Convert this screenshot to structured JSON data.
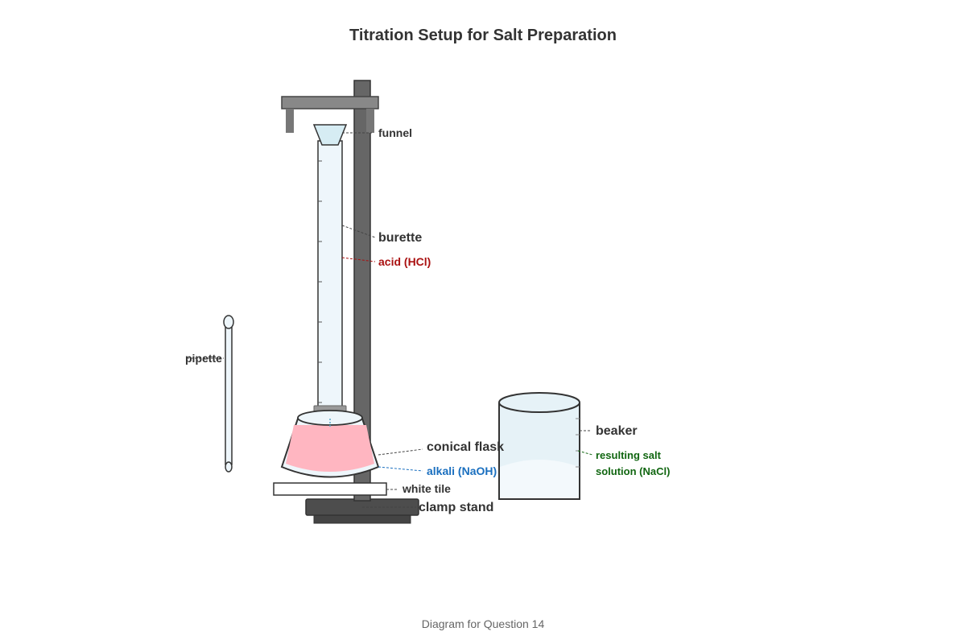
{
  "title": "Titration Setup for Salt Preparation",
  "caption": "Diagram for Question 14",
  "labels": {
    "funnel": "funnel",
    "burette": "burette",
    "acid": "acid (HCl)",
    "pipette": "pipette",
    "conical_flask": "conical flask",
    "alkali": "alkali (NaOH)",
    "white_tile": "white tile",
    "clamp_stand": "clamp stand",
    "beaker": "beaker",
    "salt_solution_line1": "resulting salt",
    "salt_solution_line2": "solution (NaCl)"
  },
  "colors": {
    "text": "#333333",
    "acid": "#aa1111",
    "alkali": "#1a6fbf",
    "salt": "#116611",
    "stand": "#666666",
    "stand_dark": "#4d4d4d",
    "glass": "#eef6fb",
    "flask_liquid": "#ffb6c1",
    "caption": "#666666"
  }
}
